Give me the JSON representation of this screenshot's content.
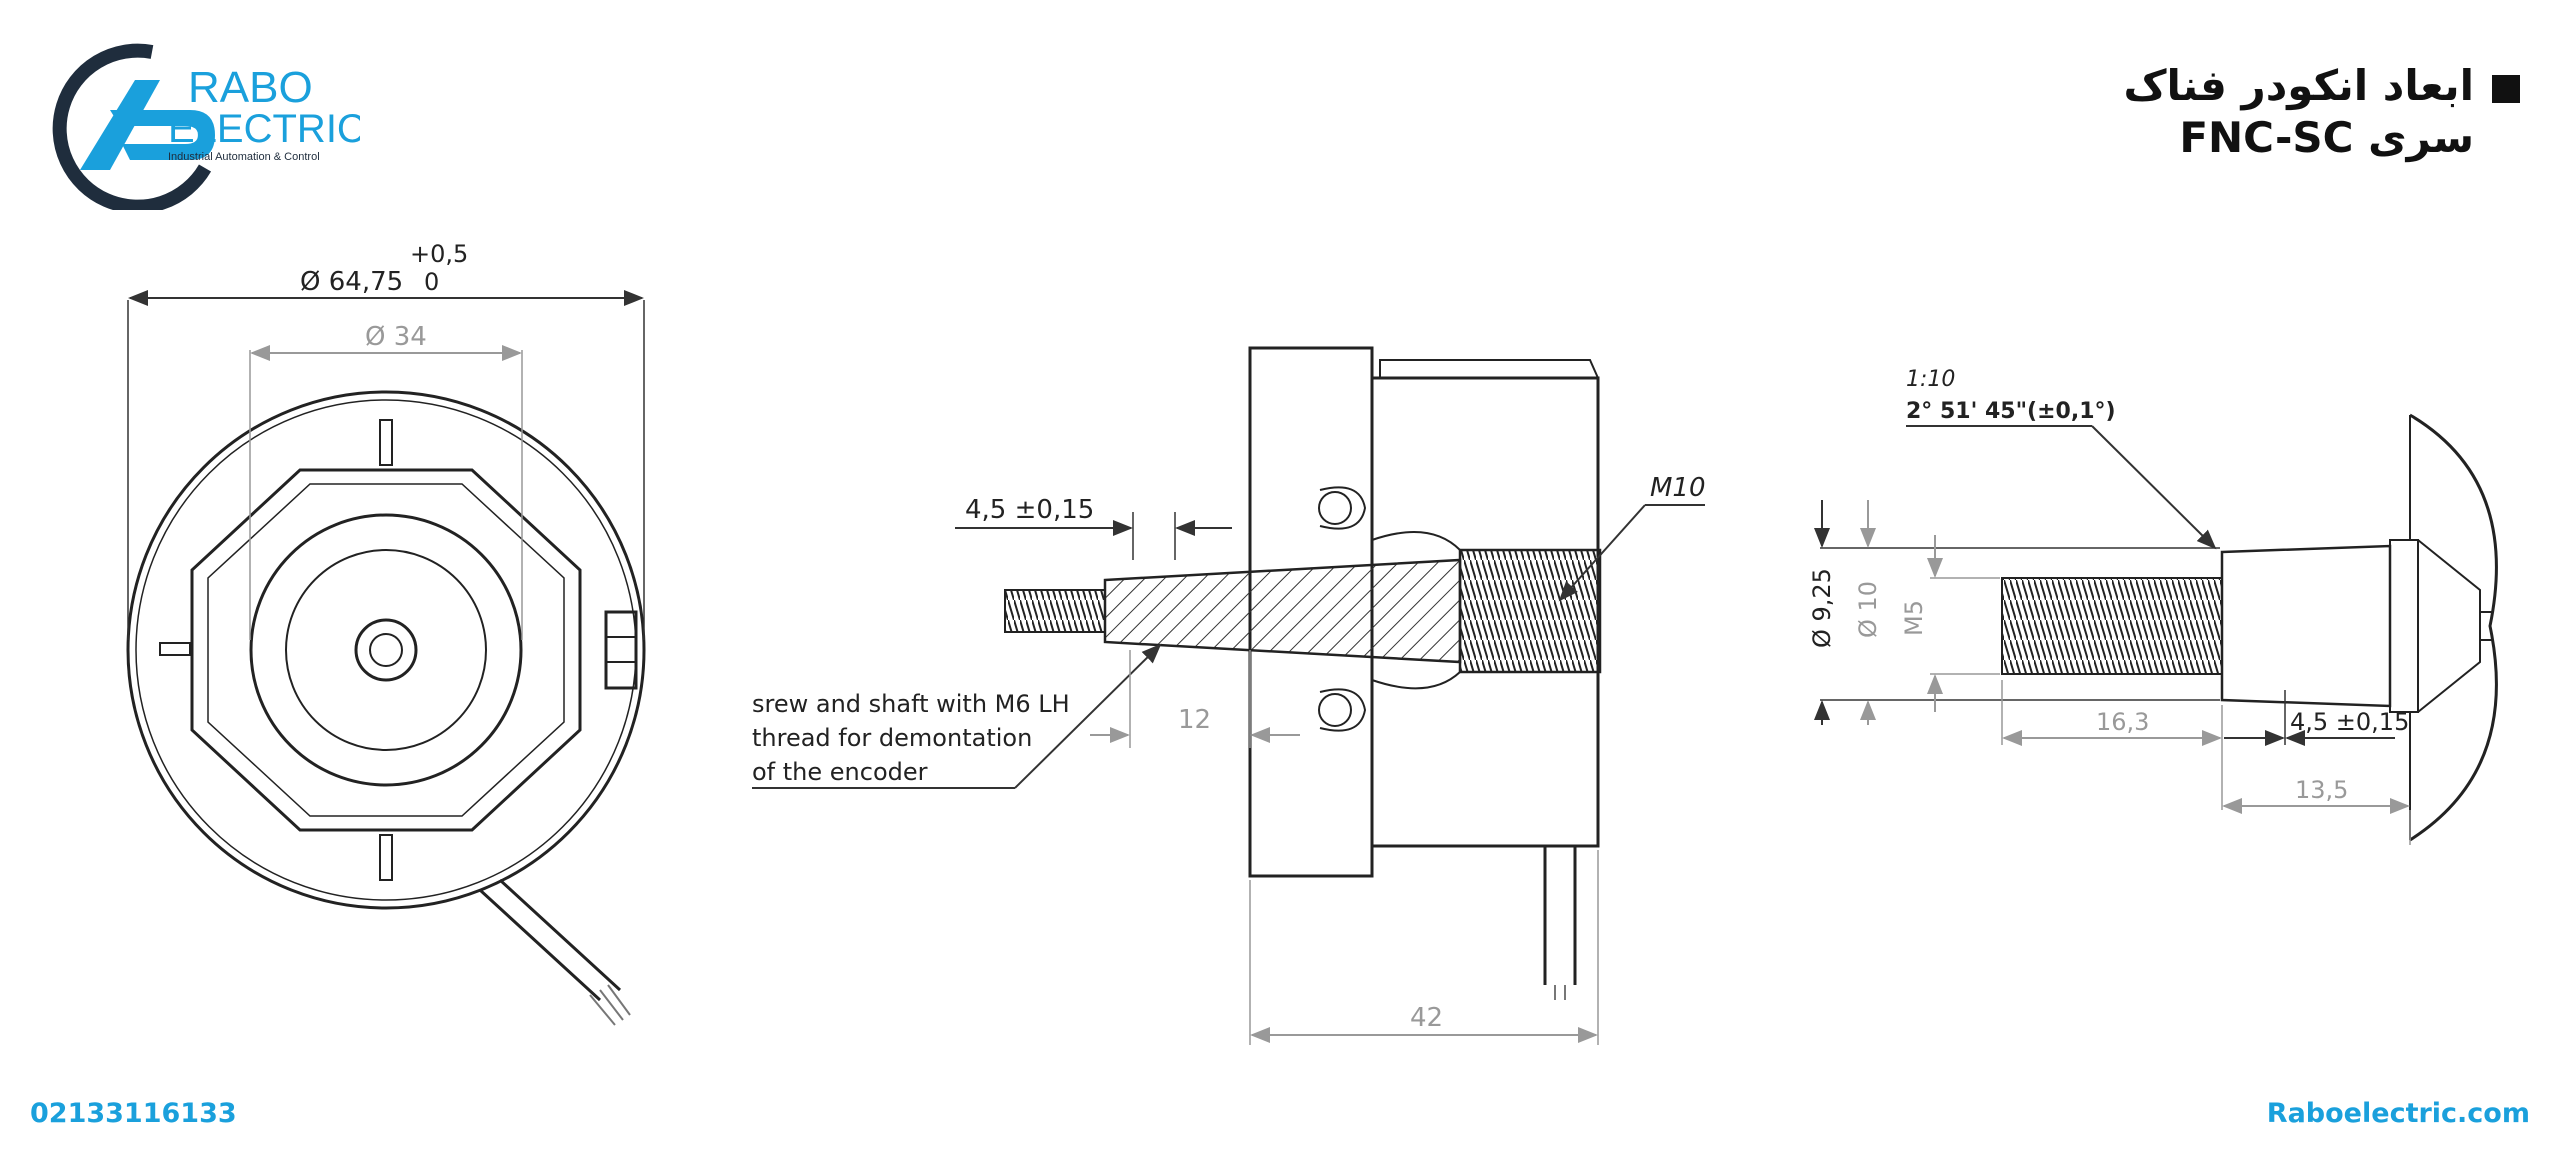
{
  "brand": {
    "name_line1": "RABO",
    "name_line2": "ELECTRIC",
    "tagline": "Industrial Automation & Control",
    "color_primary": "#1aa0dc",
    "color_dark": "#1f2d3d"
  },
  "title": {
    "line1": "ابعاد انکودر فناک",
    "line2": "سری FNC-SC"
  },
  "footer": {
    "phone": "02133116133",
    "website": "Raboelectric.com"
  },
  "front_view": {
    "outer_diameter": "Ø 64,75",
    "tolerance_upper": "+0,5",
    "tolerance_lower": "0",
    "inner_diameter": "Ø 34"
  },
  "side_view": {
    "depth_dim": "4,5 ±0,15",
    "thread_label": "M10",
    "note_line1": "srew and shaft with M6 LH",
    "note_line2": "thread for demontation",
    "note_line3": "of the encoder",
    "offset_dim": "12",
    "length_dim": "42"
  },
  "shaft_view": {
    "scale": "1:10",
    "taper_angle": "2° 51' 45\"(±0,1°)",
    "dia_925": "Ø 9,25",
    "dia_10": "Ø 10",
    "thread": "M5",
    "len_163": "16,3",
    "len_45": "4,5 ±0,15",
    "len_135": "13,5"
  }
}
